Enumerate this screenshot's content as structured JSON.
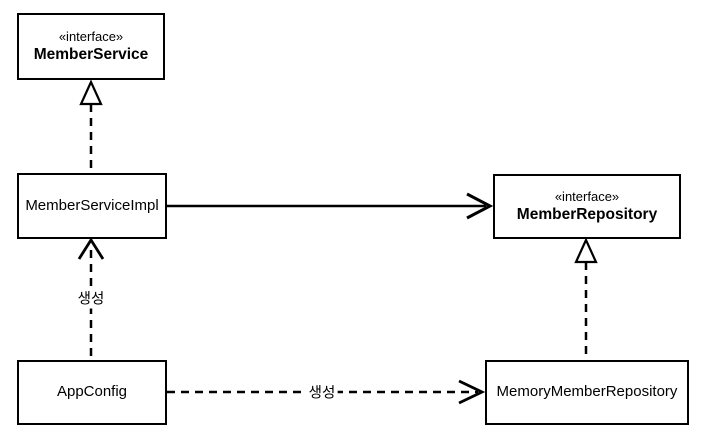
{
  "diagram": {
    "title": "member-service-uml-class-diagram",
    "colors": {
      "line": "#000000",
      "background": "#ffffff",
      "box_fill": "#ffffff"
    },
    "nodes": {
      "member_service": {
        "stereotype": "«interface»",
        "name": "MemberService"
      },
      "member_service_impl": {
        "name": "MemberServiceImpl"
      },
      "member_repository": {
        "stereotype": "«interface»",
        "name": "MemberRepository"
      },
      "app_config": {
        "name": "AppConfig"
      },
      "memory_member_repository": {
        "name": "MemoryMemberRepository"
      }
    },
    "edges": {
      "impl_realizes_service": {
        "type": "realization",
        "from": "MemberServiceImpl",
        "to": "MemberService",
        "label": ""
      },
      "impl_uses_repository": {
        "type": "association",
        "from": "MemberServiceImpl",
        "to": "MemberRepository",
        "label": ""
      },
      "memory_realizes_repository": {
        "type": "realization",
        "from": "MemoryMemberRepository",
        "to": "MemberRepository",
        "label": ""
      },
      "appconfig_creates_impl": {
        "type": "dependency",
        "from": "AppConfig",
        "to": "MemberServiceImpl",
        "label": "생성"
      },
      "appconfig_creates_memory": {
        "type": "dependency",
        "from": "AppConfig",
        "to": "MemoryMemberRepository",
        "label": "생성"
      }
    }
  }
}
